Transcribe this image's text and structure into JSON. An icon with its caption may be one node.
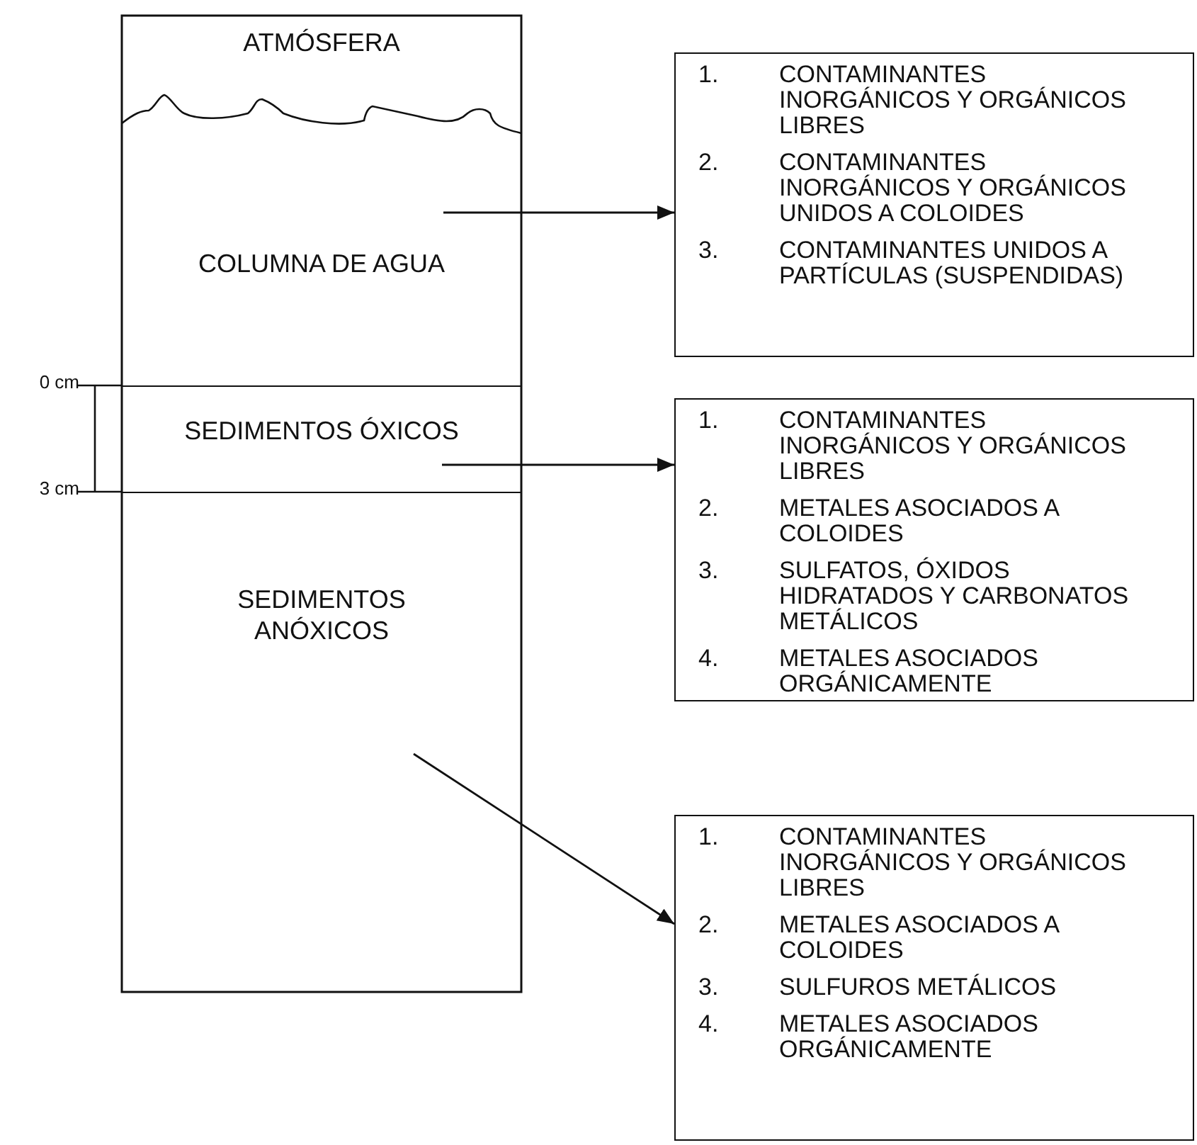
{
  "diagram": {
    "nodes": [
      {
        "text": [
          "ATMÓSFERA"
        ]
      },
      {
        "text": [
          "COLUMNA DE AGUA"
        ]
      },
      {
        "text": [
          "SEDIMENTOS ÓXICOS"
        ]
      },
      {
        "text": [
          "SEDIMENTOS ANÓXICOS"
        ]
      },
      {
        "text": [
          "1.",
          "CONTAMINANTES INORGÁNICOS Y ORGÁNICOS LIBRES",
          "2.",
          "CONTAMINANTES INORGÁNICOS Y ORGÁNICOS UNIDOS A COLOIDES",
          "3.",
          "CONTAMINANTES UNIDOS A PARTÍCULAS (SUSPENDIDAS)"
        ]
      },
      {
        "text": [
          "1.",
          "CONTAMINANTES INORGÁNICOS Y ORGÁNICOS LIBRES",
          "2.",
          "METALES ASOCIADOS A COLOIDES",
          "3.",
          "SULFATOS, ÓXIDOS HIDRATADOS Y CARBONATOS METÁLICOS",
          "4.",
          "METALES ASOCIADOS ORGÁNICAMENTE"
        ]
      },
      {
        "text": [
          "1.",
          "CONTAMINANTES INORGÁNICOS Y ORGÁNICOS LIBRES",
          "2.",
          "METALES ASOCIADOS A COLOIDES",
          "3.",
          "SULFUROS METÁLICOS",
          "4.",
          "METALES ASOCIADOS ORGÁNICAMENTE"
        ]
      }
    ],
    "edges": [
      {
        "from": 1,
        "to": 4,
        "arrow": "to"
      },
      {
        "from": 2,
        "to": 5,
        "arrow": "to"
      },
      {
        "from": 3,
        "to": 6,
        "arrow": "to"
      }
    ],
    "labels": [
      "0 cm",
      "3 cm"
    ]
  }
}
